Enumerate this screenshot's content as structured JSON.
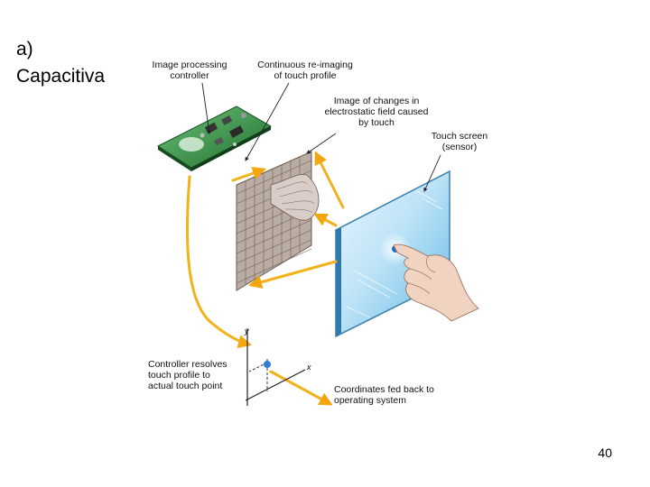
{
  "slide": {
    "title": "a)\nCapacitiva",
    "page_number": "40"
  },
  "labels": {
    "controller": "Image processing\ncontroller",
    "reimaging": "Continuous re-imaging\nof touch profile",
    "changes": "Image of changes in\nelectrostatic field caused\nby touch",
    "sensor": "Touch screen\n(sensor)",
    "resolves": "Controller resolves\ntouch profile to\nactual touch point",
    "coordinates": "Coordinates fed back to\noperating system"
  },
  "axes": {
    "x_label": "x",
    "y_label": "y"
  },
  "colors": {
    "arrow": "#f2b21a",
    "board": "#2f8a3c",
    "screen": "#8fd0f0",
    "mesh": "#7a6a60"
  }
}
